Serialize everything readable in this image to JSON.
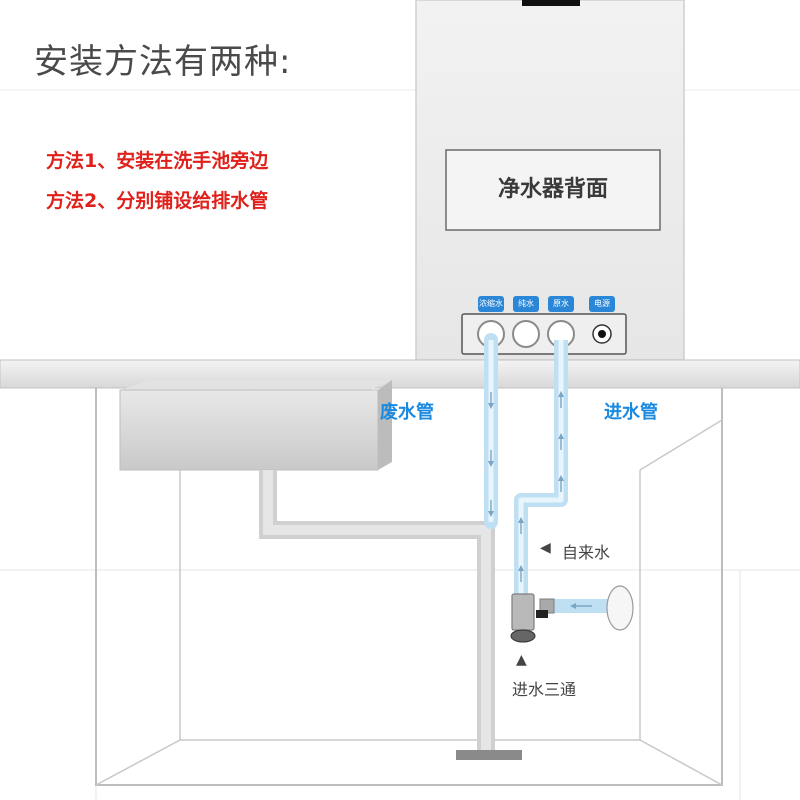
{
  "title": "安装方法有两种:",
  "methods": [
    "方法1、安装在洗手池旁边",
    "方法2、分别铺设给排水管"
  ],
  "purifier": {
    "panel_title": "净水器背面",
    "port_labels": [
      "浓缩水",
      "纯水",
      "原水",
      "电源"
    ]
  },
  "labels": {
    "wastewater_pipe": "废水管",
    "inlet_pipe": "进水管",
    "tap_water": "自来水",
    "tee_valve": "进水三通",
    "tap_water_arrow": "◀",
    "tee_arrow": "▲"
  },
  "colors": {
    "method_text": "#e0201a",
    "pipe_label": "#1a8ae0",
    "port_badge": "#2a86d6",
    "tube": "#bfe0f3"
  }
}
